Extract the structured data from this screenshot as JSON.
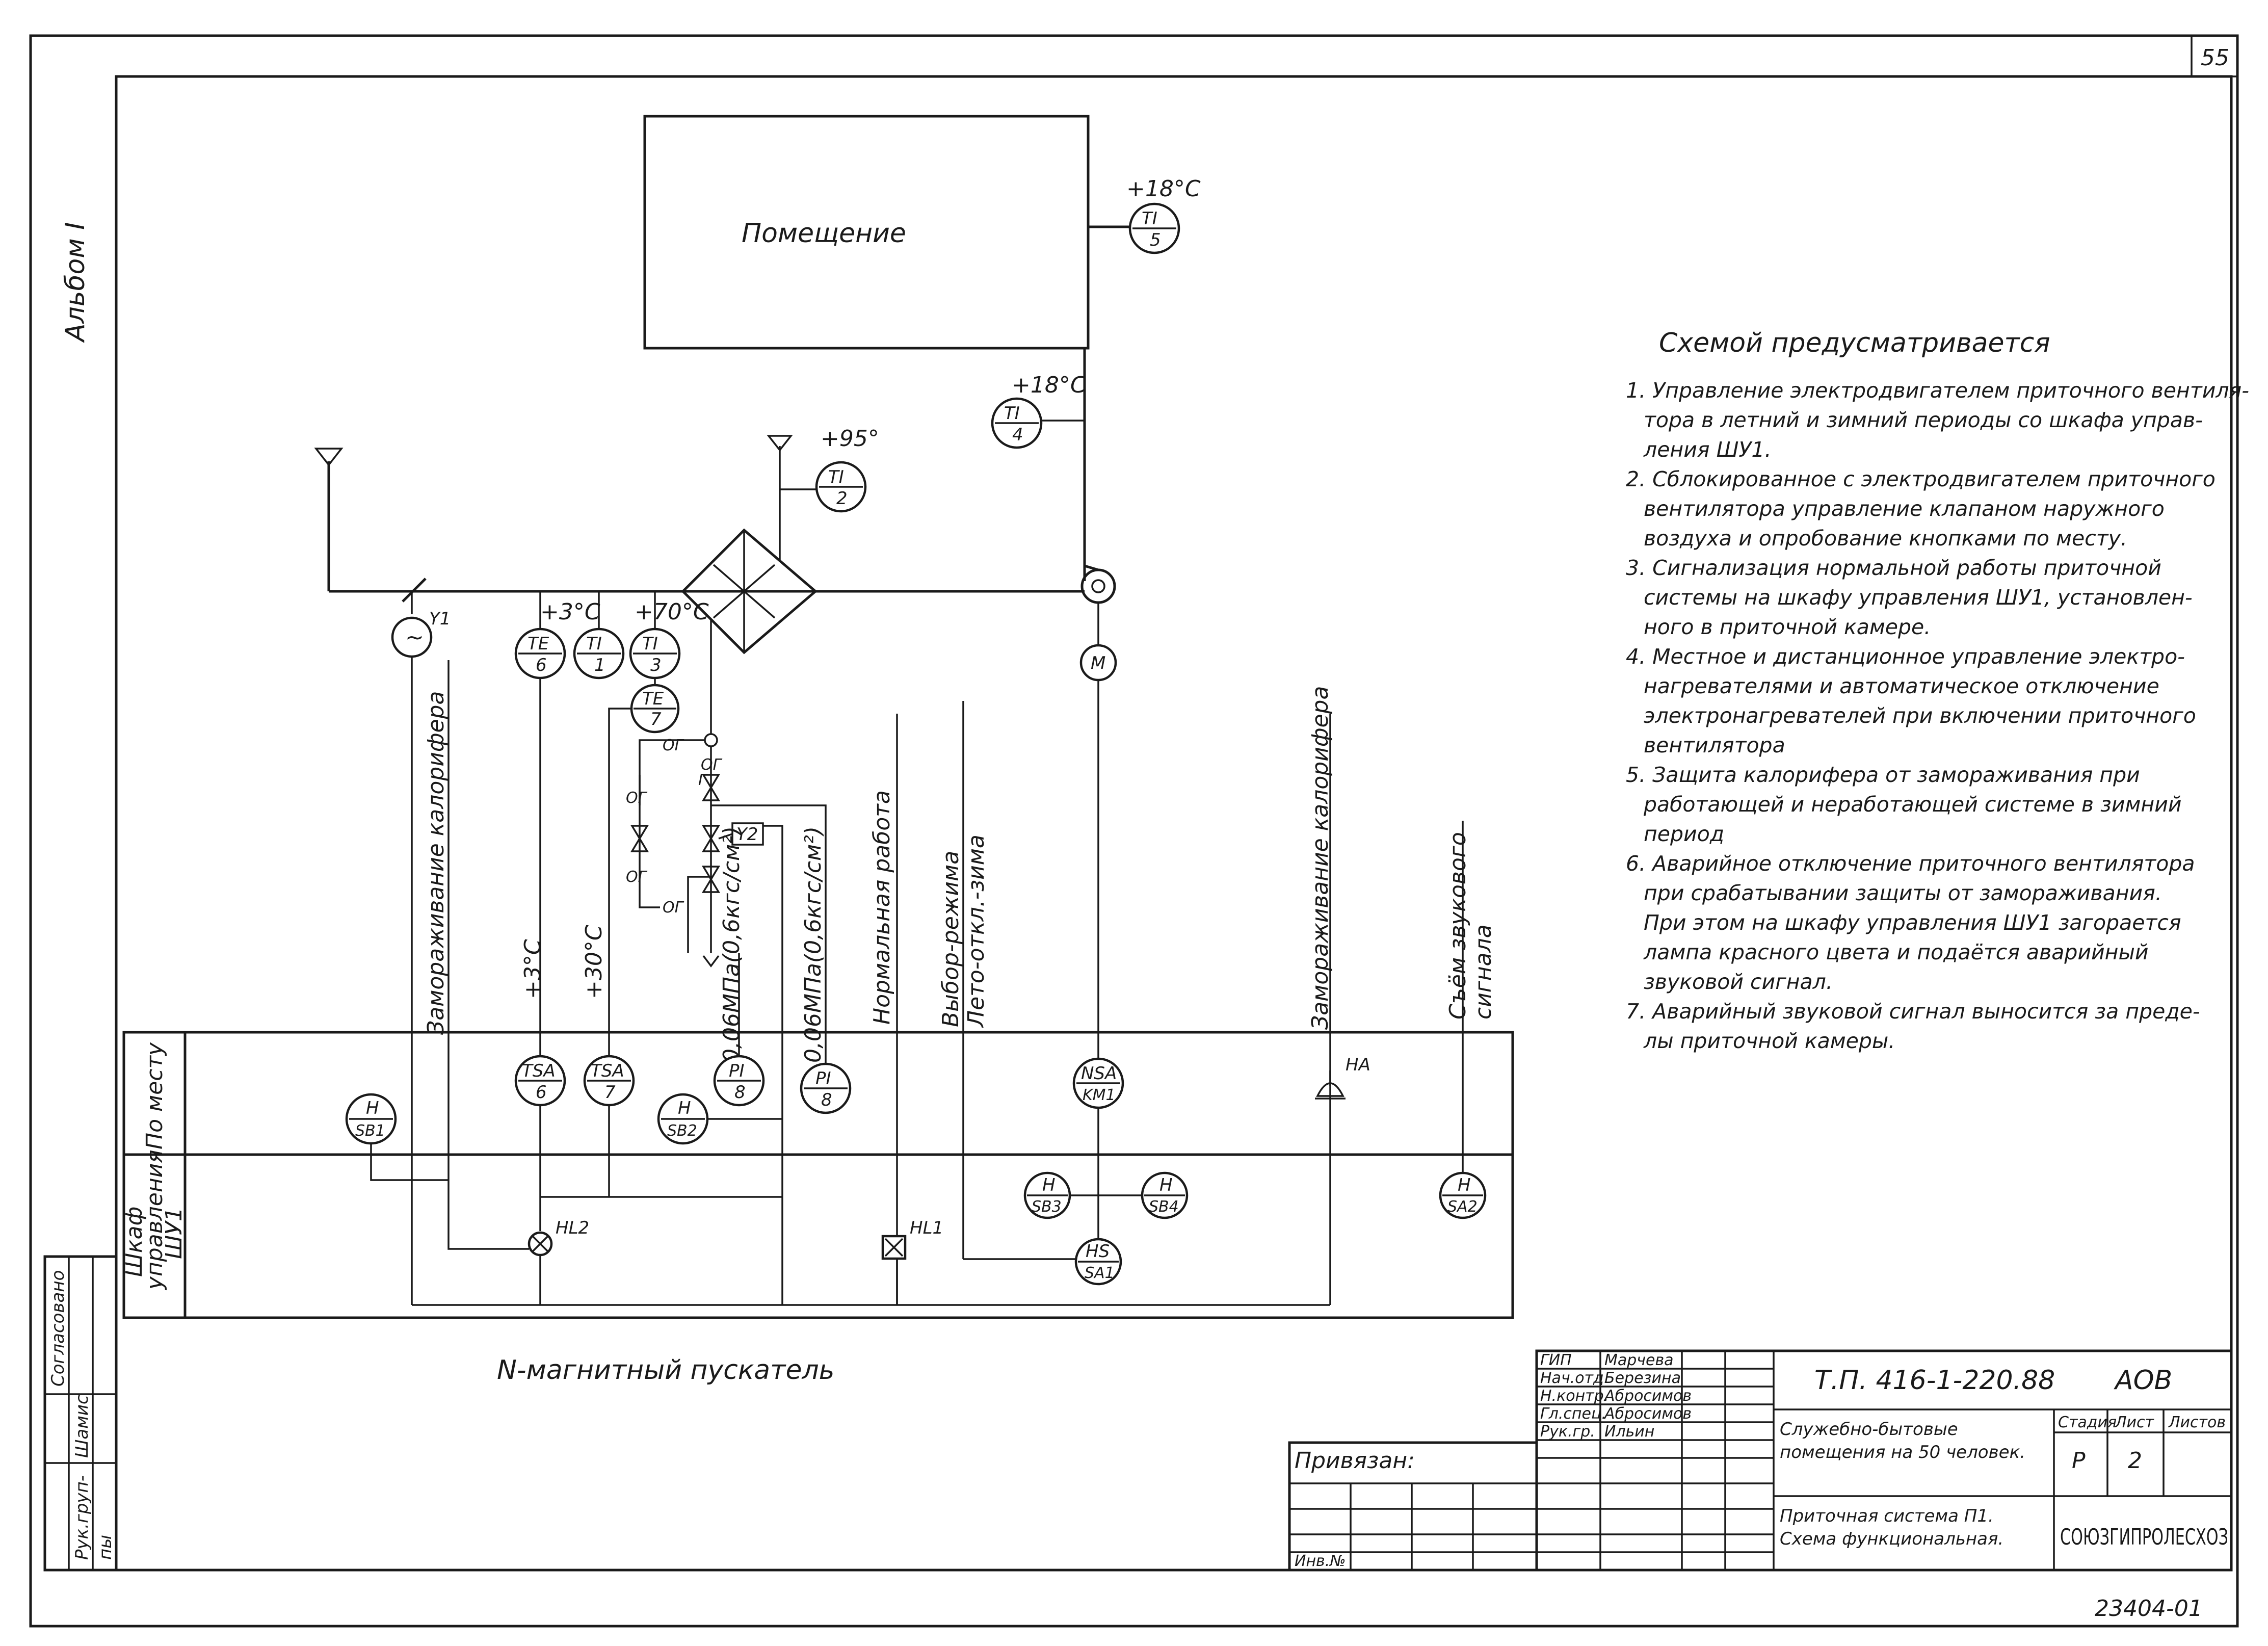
{
  "sheet": {
    "page_number": "55",
    "album_label": "Альбом I",
    "footer_number": "23404-01",
    "legend_line": "N-магнитный пускатель"
  },
  "process": {
    "room_label": "Помещение",
    "temp_room": "+18°C",
    "temp_duct": "+18°C",
    "temp_supply": "+95°",
    "temp_pipe_a": "+3°C",
    "temp_pipe_b": "+70°C",
    "damper_tag": "Y1",
    "valve_tag": "Y2",
    "heater_reading": "Γ",
    "pipe_code": "ΟΓ"
  },
  "instruments": {
    "ti5": {
      "top": "TI",
      "num": "5"
    },
    "ti4": {
      "top": "TI",
      "num": "4"
    },
    "ti2": {
      "top": "TI",
      "num": "2"
    },
    "te6": {
      "top": "TE",
      "num": "6"
    },
    "ti1": {
      "top": "TI",
      "num": "1"
    },
    "ti3": {
      "top": "TI",
      "num": "3"
    },
    "te7": {
      "top": "TE",
      "num": "7"
    },
    "motor": {
      "top": "M"
    },
    "fan_drive": {
      "top": "~"
    },
    "tsa6": {
      "top": "TSA",
      "num": "6"
    },
    "tsa7": {
      "top": "TSA",
      "num": "7"
    },
    "pi8a": {
      "top": "PI",
      "num": "8"
    },
    "pi8b": {
      "top": "PI",
      "num": "8"
    },
    "hsb2": {
      "top": "H",
      "num": "SB2"
    },
    "hsb1": {
      "top": "H",
      "num": "SB1"
    },
    "nsa": {
      "top": "NSA",
      "num": "KM1"
    },
    "hsb3": {
      "top": "H",
      "num": "SB3"
    },
    "hsb4": {
      "top": "H",
      "num": "SB4"
    },
    "hsa1": {
      "top": "HS",
      "num": "SA1"
    },
    "hsa2": {
      "top": "H",
      "num": "SA2"
    },
    "hl2": "HL2",
    "hl1": "HL1",
    "ha": "HA"
  },
  "signal_lines": {
    "freeze_heater": "Замораживание калорифера",
    "set_low": "+3°C",
    "set_high": "+30°C",
    "pressure_a": "0,06МПа(0,6кгс/см²)",
    "pressure_b": "0,06МПа(0,6кгс/см²)",
    "normal_work": "Нормальная работа",
    "mode_select_1": "Выбор-режима",
    "mode_select_2": "Лето-откл.-зима",
    "freeze_heater_2": "Замораживание калорифера",
    "sound_reset_1": "Съём звукового",
    "sound_reset_2": "сигнала"
  },
  "rows": {
    "local": "По месту",
    "panel_1": "Шкаф",
    "panel_2": "управления",
    "panel_3": "ШУ1"
  },
  "notes": {
    "title": "Схемой предусматривается",
    "lines": [
      "1. Управление электродвигателем приточного вентиля-",
      "тора в летний и зимний периоды со шкафа управ-",
      "ления ШУ1.",
      "2. Сблокированное с электродвигателем приточного",
      "вентилятора управление клапаном наружного",
      "воздуха и опробование кнопками по месту.",
      "3. Сигнализация нормальной работы приточной",
      "системы на шкафу управления ШУ1, установлен-",
      "ного в приточной камере.",
      "4. Местное и дистанционное управление электро-",
      "нагревателями и автоматическое отключение",
      "электронагревателей при включении приточного",
      "вентилятора",
      "5. Защита калорифера от замораживания при",
      "работающей и неработающей системе в зимний",
      "период",
      "6. Аварийное отключение приточного вентилятора",
      "при срабатывании защиты от замораживания.",
      "При этом на шкафу управления ШУ1 загорается",
      "лампа красного цвета и подаётся аварийный",
      "звуковой сигнал.",
      "7. Аварийный звуковой сигнал выносится за преде-",
      "лы приточной камеры."
    ]
  },
  "title_block": {
    "signers": [
      {
        "role": "ГИП",
        "name": "Марчева"
      },
      {
        "role": "Нач.отд.",
        "name": "Березина"
      },
      {
        "role": "Н.контр.",
        "name": "Абросимов"
      },
      {
        "role": "Гл.спец.",
        "name": "Абросимов"
      },
      {
        "role": "Рук.гр.",
        "name": "Ильин"
      }
    ],
    "doc_code": "Т.П. 416-1-220.88",
    "section": "АОВ",
    "bound_label": "Привязан:",
    "inv_label": "Инв.№",
    "object_1": "Служебно-бытовые",
    "object_2": "помещения на 50 человек.",
    "sheet_title_1": "Приточная система П1.",
    "sheet_title_2": "Схема функциональная.",
    "stage_label": "Стадия",
    "sheet_label": "Лист",
    "sheets_label": "Листов",
    "stage": "Р",
    "sheet_no": "2",
    "org": "СОЮЗГИПРОЛЕСХОЗ"
  },
  "side_stamp": {
    "agreed": "Согласовано",
    "head": "Рук.груп-",
    "head_2": "пы",
    "stamp_col": "Шамис"
  }
}
